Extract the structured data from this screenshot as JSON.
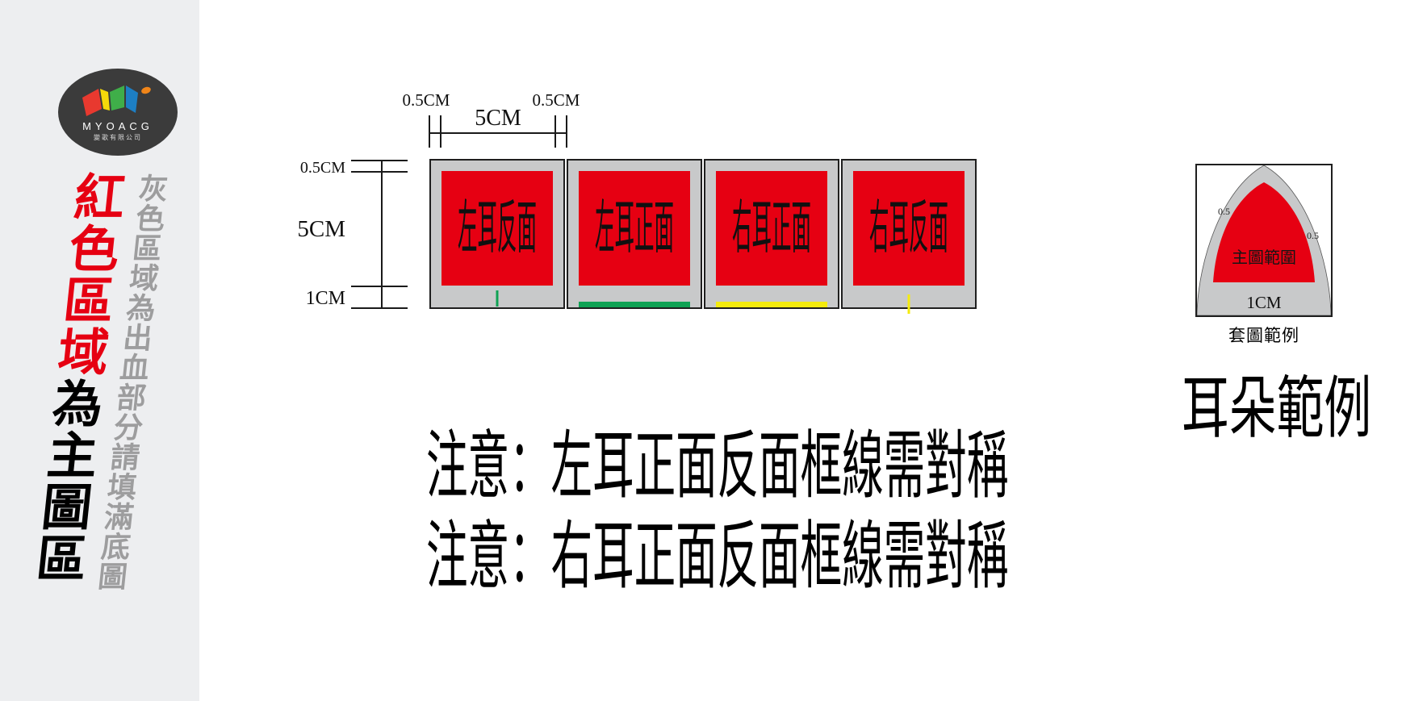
{
  "page": {
    "bg": "#ffffff",
    "sidebar_bg": "#edeef0"
  },
  "sidebar": {
    "logo": {
      "brand": "MYOACG",
      "company": "變歌有限公司",
      "circle_color": "#3b3b3b",
      "shape_colors": {
        "red": "#e8392f",
        "yellow": "#f5d90a",
        "green": "#3fae49",
        "blue": "#1d7fc4",
        "orange": "#f08519"
      }
    },
    "headline": {
      "red_text": "紅色區域",
      "black_text": "為主圖區",
      "red_color": "#e60012"
    },
    "subline": {
      "text": "灰色區域為出血部分請填滿底圖",
      "color": "#9d9d9e"
    }
  },
  "template": {
    "top_ruler": {
      "labels": [
        "0.5CM",
        "5CM",
        "0.5CM"
      ]
    },
    "left_ruler": {
      "labels": [
        "0.5CM",
        "5CM",
        "1CM"
      ]
    },
    "squares": [
      {
        "label": "左耳反面",
        "mark": "green-tick"
      },
      {
        "label": "左耳正面",
        "mark": "green-bar"
      },
      {
        "label": "右耳正面",
        "mark": "yellow-bar"
      },
      {
        "label": "右耳反面",
        "mark": "yellow-tick"
      }
    ],
    "colors": {
      "red": "#e60012",
      "gray": "#c8c9ca",
      "green": "#0fa254",
      "yellow": "#f4eb0e",
      "border": "#1f1f1f"
    }
  },
  "notes": {
    "line1": "注意：左耳正面反面框線需對稱",
    "line2": "注意：右耳正面反面框線需對稱"
  },
  "ear_example": {
    "main_area_label": "主圖範圍",
    "left_bleed": "0.5",
    "right_bleed": "0.5",
    "bottom_margin": "1CM",
    "caption": "套圖範例",
    "title": "耳朵範例"
  }
}
